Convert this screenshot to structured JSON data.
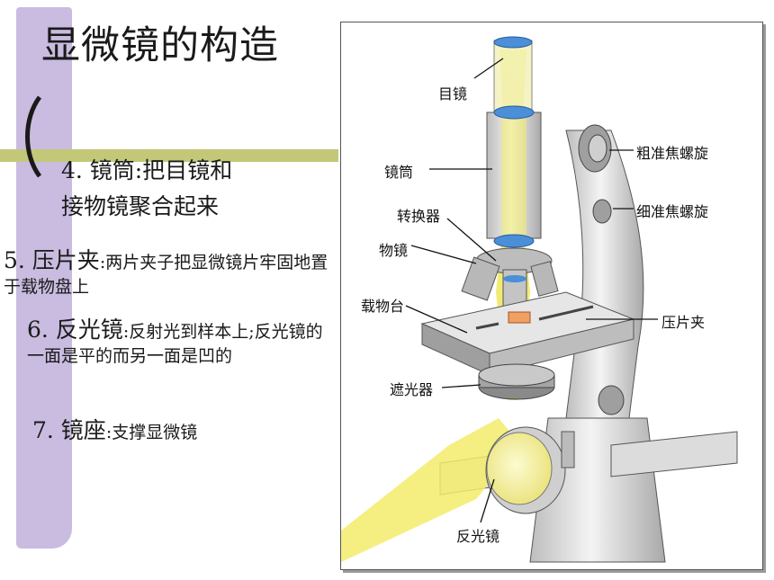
{
  "slide": {
    "title": "显微镜的构造",
    "items": [
      {
        "head": "4. 镜筒:把目镜和",
        "desc": "接物镜聚合起来"
      },
      {
        "head": "5. 压片夹",
        "desc": ":两片夹子把显微镜片牢固地置于载物盘上"
      },
      {
        "head": "6. 反光镜",
        "desc": ":反射光到样本上;反光镜的一面是平的而另一面是凹的"
      },
      {
        "head": "7. 镜座",
        "desc": ":支撑显微镜"
      }
    ]
  },
  "figure": {
    "labels": {
      "eyepiece": "目镜",
      "tube": "镜筒",
      "nosepiece": "转换器",
      "objective": "物镜",
      "stage": "载物台",
      "diaphragm": "遮光器",
      "mirror": "反光镜",
      "coarse_knob": "粗准焦螺旋",
      "fine_knob": "细准焦螺旋",
      "clip": "压片夹"
    },
    "colors": {
      "light_beam": "#f2ec6a",
      "lens": "#4a8fd8",
      "body": "#e8e8e8"
    }
  }
}
